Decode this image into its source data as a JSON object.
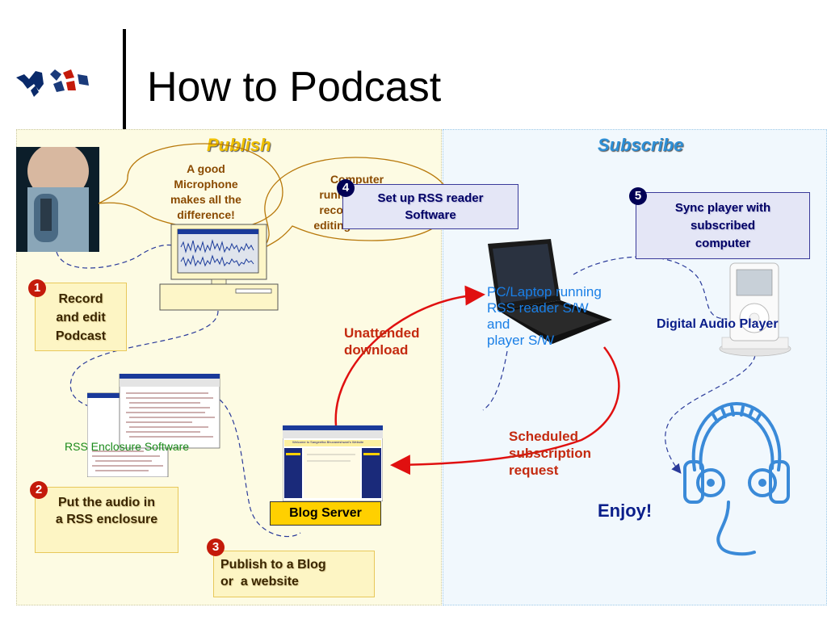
{
  "title": "How to Podcast",
  "sections": {
    "publish": "Publish",
    "subscribe": "Subscribe"
  },
  "bubbles": {
    "microphone": [
      "A good",
      "Microphone",
      "makes all the",
      "difference!"
    ],
    "software": [
      "Computer",
      "running audio",
      "recording and",
      "editing software"
    ]
  },
  "steps": {
    "s1": {
      "num": "1",
      "lines": [
        "Record",
        "and edit",
        "Podcast"
      ]
    },
    "s2": {
      "num": "2",
      "lines": [
        "Put the audio in",
        "a RSS enclosure"
      ]
    },
    "s3": {
      "num": "3",
      "lines": [
        "Publish to a Blog",
        "or  a website"
      ]
    },
    "s4": {
      "num": "4",
      "lines": [
        "Set up RSS reader",
        "Software"
      ]
    },
    "s5": {
      "num": "5",
      "lines": [
        "Sync player with",
        "subscribed",
        "computer"
      ]
    }
  },
  "labels": {
    "rss_enclosure_software": "RSS Enclosure Software",
    "blog_server": "Blog Server",
    "unattended": [
      "Unattended",
      "download"
    ],
    "scheduled": [
      "Scheduled",
      "subscription",
      "request"
    ],
    "pc_laptop": [
      "PC/Laptop running",
      "RSS reader S/W",
      "and",
      "player S/W"
    ],
    "digital_audio_player": "Digital Audio Player",
    "enjoy": "Enjoy!"
  },
  "blog_window_title": "Welcome to Sangeetha Bhuvaneshwari's Website",
  "colors": {
    "publish_title": "#f0c000",
    "subscribe_title": "#2d8fd6",
    "step_number": "#c41a0a",
    "arrow_red": "#e01010",
    "dashed_blue": "#2a3a9a",
    "headphones": "#3a8ad8"
  }
}
